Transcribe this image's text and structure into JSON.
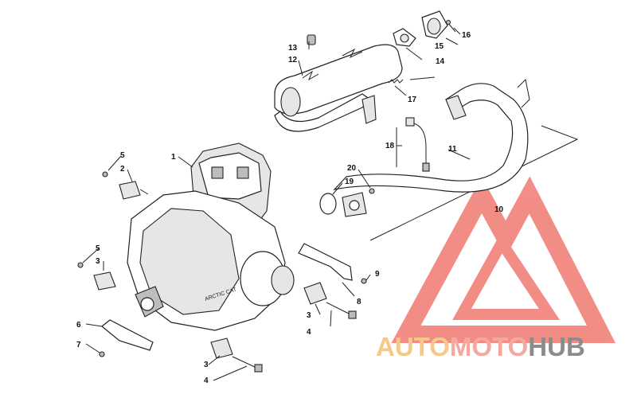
{
  "callouts": {
    "c1": "1",
    "c2": "2",
    "c3a": "3",
    "c3b": "3",
    "c3c": "3",
    "c4a": "4",
    "c4b": "4",
    "c5a": "5",
    "c5b": "5",
    "c6": "6",
    "c7": "7",
    "c8": "8",
    "c9": "9",
    "c10": "10",
    "c11": "11",
    "c12": "12",
    "c13": "13",
    "c14": "14",
    "c15": "15",
    "c16": "16",
    "c17": "17",
    "c18": "18",
    "c19": "19",
    "c20": "20"
  },
  "engine_case_text": "ARCTIC CAT",
  "watermark": {
    "part1": "AUTO",
    "part2": "MOTO",
    "part3": "HUB",
    "colors": {
      "auto": "#f6c98a",
      "moto": "#f4a9a0",
      "hub": "#8c8c8c",
      "logo": "#f07a72"
    }
  }
}
